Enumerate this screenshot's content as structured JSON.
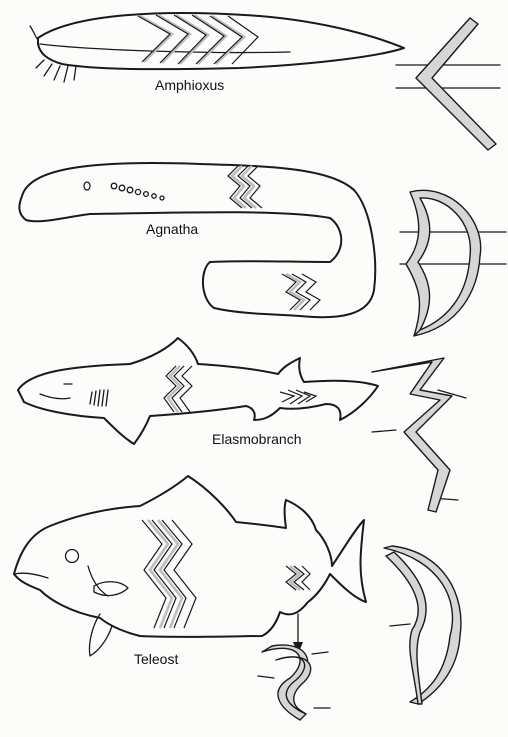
{
  "labels": {
    "amphioxus": "Amphioxus",
    "agnatha": "Agnatha",
    "elasmobranch": "Elasmobranch",
    "teleost": "Teleost"
  }
}
